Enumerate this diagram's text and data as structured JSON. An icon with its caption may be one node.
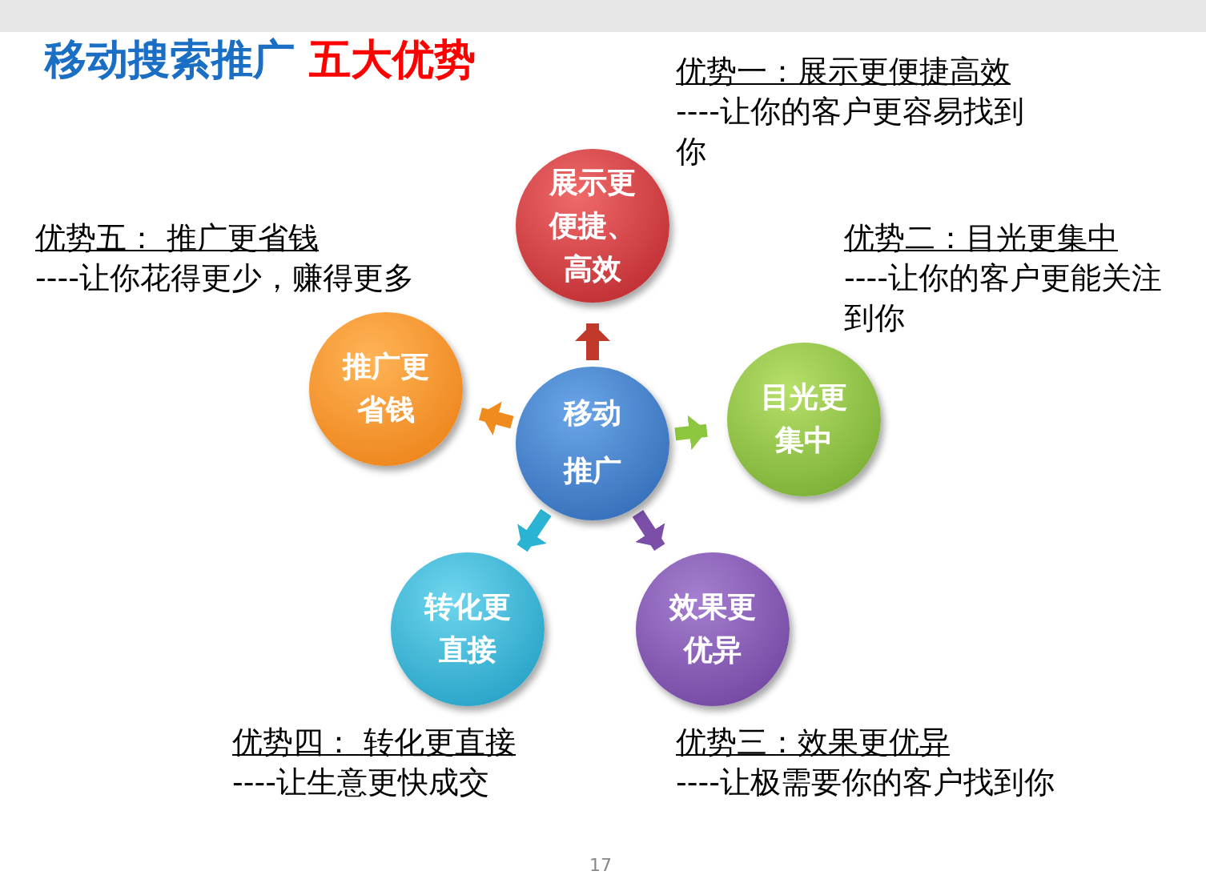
{
  "diagram": {
    "title": "移动搜索推广 五大优势",
    "nodes": [
      {
        "text": [
          "移动推广"
        ]
      },
      {
        "text": [
          "展示更便捷、高效"
        ],
        "beside": [
          "优势一：展示更便捷高效",
          "----让你的客户更容易找到你"
        ]
      },
      {
        "text": [
          "目光更集中"
        ],
        "beside": [
          "优势二：目光更集中",
          "----让你的客户更能关注到你"
        ]
      },
      {
        "text": [
          "效果更优异"
        ],
        "beside": [
          "优势三：效果更优异",
          "----让极需要你的客户找到你"
        ]
      },
      {
        "text": [
          "转化更直接"
        ],
        "beside": [
          "优势四： 转化更直接",
          "----让生意更快成交"
        ]
      },
      {
        "text": [
          "推广更省钱"
        ],
        "beside": [
          "优势五： 推广更省钱",
          "----让你花得更少，赚得更多"
        ]
      }
    ],
    "edges": [
      {
        "from": 0,
        "to": 1,
        "arrow": "to",
        "color": "#c0392b"
      },
      {
        "from": 0,
        "to": 2,
        "arrow": "to",
        "color": "#8dc63f"
      },
      {
        "from": 0,
        "to": 3,
        "arrow": "to",
        "color": "#7b4fa8"
      },
      {
        "from": 0,
        "to": 4,
        "arrow": "to",
        "color": "#2bb3d4"
      },
      {
        "from": 0,
        "to": 5,
        "arrow": "to",
        "color": "#f08c1e"
      }
    ],
    "labels": [
      "17"
    ]
  }
}
